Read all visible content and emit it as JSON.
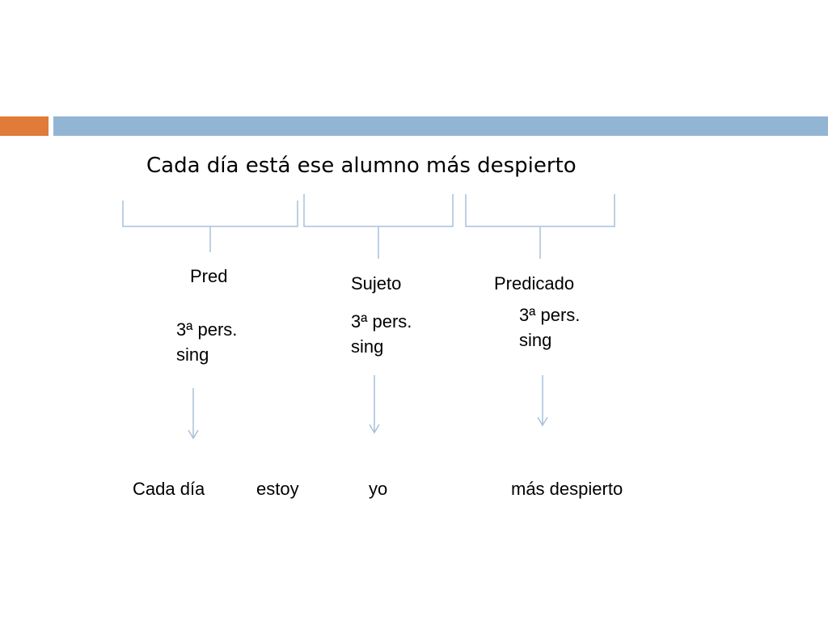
{
  "colors": {
    "accent_orange": "#E07B39",
    "accent_blue": "#93B5D4",
    "line": "#A9C1DA"
  },
  "sentence": "Cada día está ese alumno más despierto",
  "labels": {
    "pred": "Pred",
    "sujeto": "Sujeto",
    "predicado": "Predicado"
  },
  "morph": {
    "pred": [
      "3ª pers.",
      "sing"
    ],
    "sujeto": [
      "3ª pers.",
      "sing"
    ],
    "predicado": [
      "3ª pers.",
      "sing"
    ]
  },
  "result": {
    "w1": "Cada día",
    "w2": "estoy",
    "w3": "yo",
    "w4": "más despierto"
  }
}
